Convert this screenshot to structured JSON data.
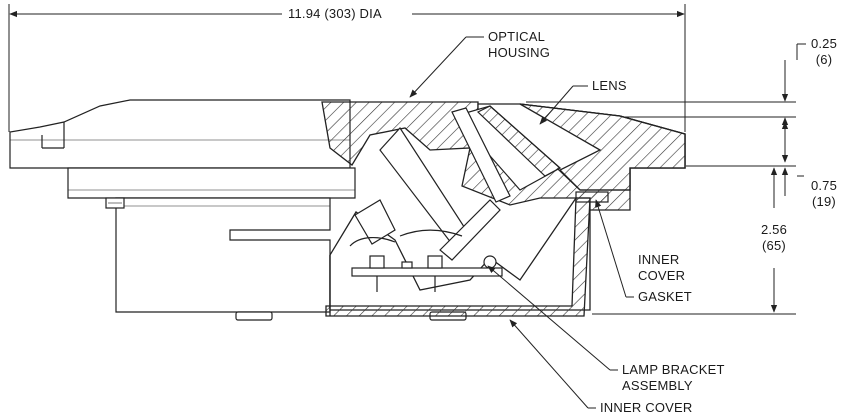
{
  "dimensions": {
    "overall_diameter": "11.94 (303) DIA",
    "top_thickness": {
      "value": "0.25",
      "metric": "(6)"
    },
    "rim_height": {
      "value": "0.75",
      "metric": "(19)"
    },
    "inner_depth": {
      "value": "2.56",
      "metric": "(65)"
    }
  },
  "callouts": {
    "optical_housing": {
      "line1": "OPTICAL",
      "line2": "HOUSING"
    },
    "lens": "LENS",
    "inner_cover_gasket": {
      "line1": "INNER",
      "line2": "COVER",
      "line3": "GASKET"
    },
    "lamp_bracket_assembly": {
      "line1": "LAMP BRACKET",
      "line2": "ASSEMBLY"
    },
    "inner_cover": "INNER COVER"
  }
}
